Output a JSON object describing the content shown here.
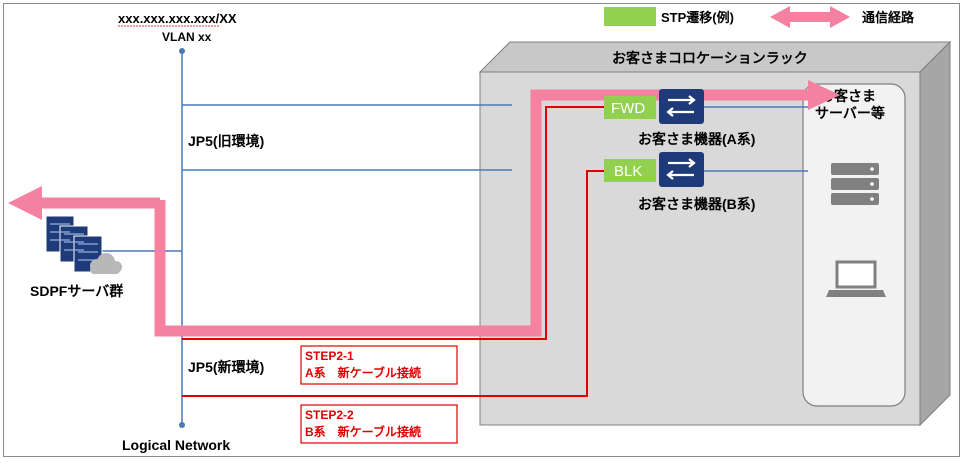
{
  "network": {
    "address": "xxx.xxx.xxx.xxx/XX",
    "vlan": "VLAN xx",
    "bottom_label": "Logical Network"
  },
  "legend": {
    "stp_label": "STP遷移(例)",
    "path_label": "通信経路",
    "colors": {
      "stp": "#92d050",
      "path": "#f4819f"
    }
  },
  "rack": {
    "title": "お客さまコロケーションラック",
    "server_label_line1": "お客さま",
    "server_label_line2": "サーバー等"
  },
  "devices": {
    "a": {
      "state": "FWD",
      "label": "お客さま機器(A系)"
    },
    "b": {
      "state": "BLK",
      "label": "お客さま機器(B系)"
    }
  },
  "jp5": {
    "old": "JP5(旧環境)",
    "new": "JP5(新環境)"
  },
  "sdpf": {
    "label": "SDPFサーバ群"
  },
  "steps": [
    {
      "title": "STEP2-1",
      "desc": "A系　新ケーブル接続"
    },
    {
      "title": "STEP2-2",
      "desc": "B系　新ケーブル接続"
    }
  ],
  "colors": {
    "line_blue": "#4a7ab5",
    "line_red": "#e00000",
    "switch_blue": "#1f3a78",
    "rack_face": "#d9d9d9",
    "rack_side": "#a6a6a6"
  }
}
